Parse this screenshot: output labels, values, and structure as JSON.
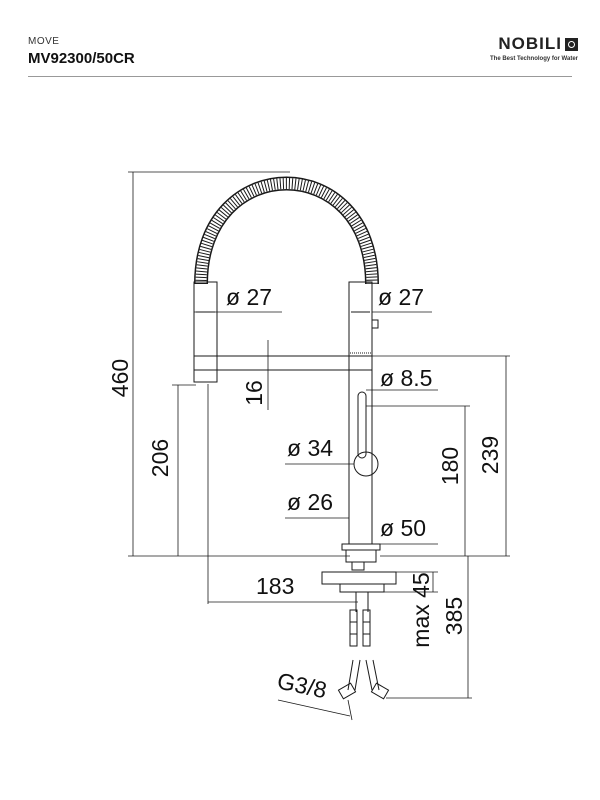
{
  "header": {
    "series": "MOVE",
    "model": "MV92300/50CR"
  },
  "brand": {
    "name": "NOBILI",
    "tagline": "The Best Technology for Water"
  },
  "dimensions": {
    "height_total": "460",
    "hose_dia_left": "ø 27",
    "hose_dia_right": "ø 27",
    "spout_thickness": "16",
    "lever_dia": "ø 8.5",
    "spout_height": "206",
    "knob_dia": "ø 34",
    "body_height": "180",
    "outlet_height": "239",
    "body_dia": "ø 26",
    "base_dia": "ø 50",
    "reach": "183",
    "max_deck": "max 45",
    "hose_length": "385",
    "connection": "G3/8"
  },
  "colors": {
    "line": "#1a1a1a"
  }
}
